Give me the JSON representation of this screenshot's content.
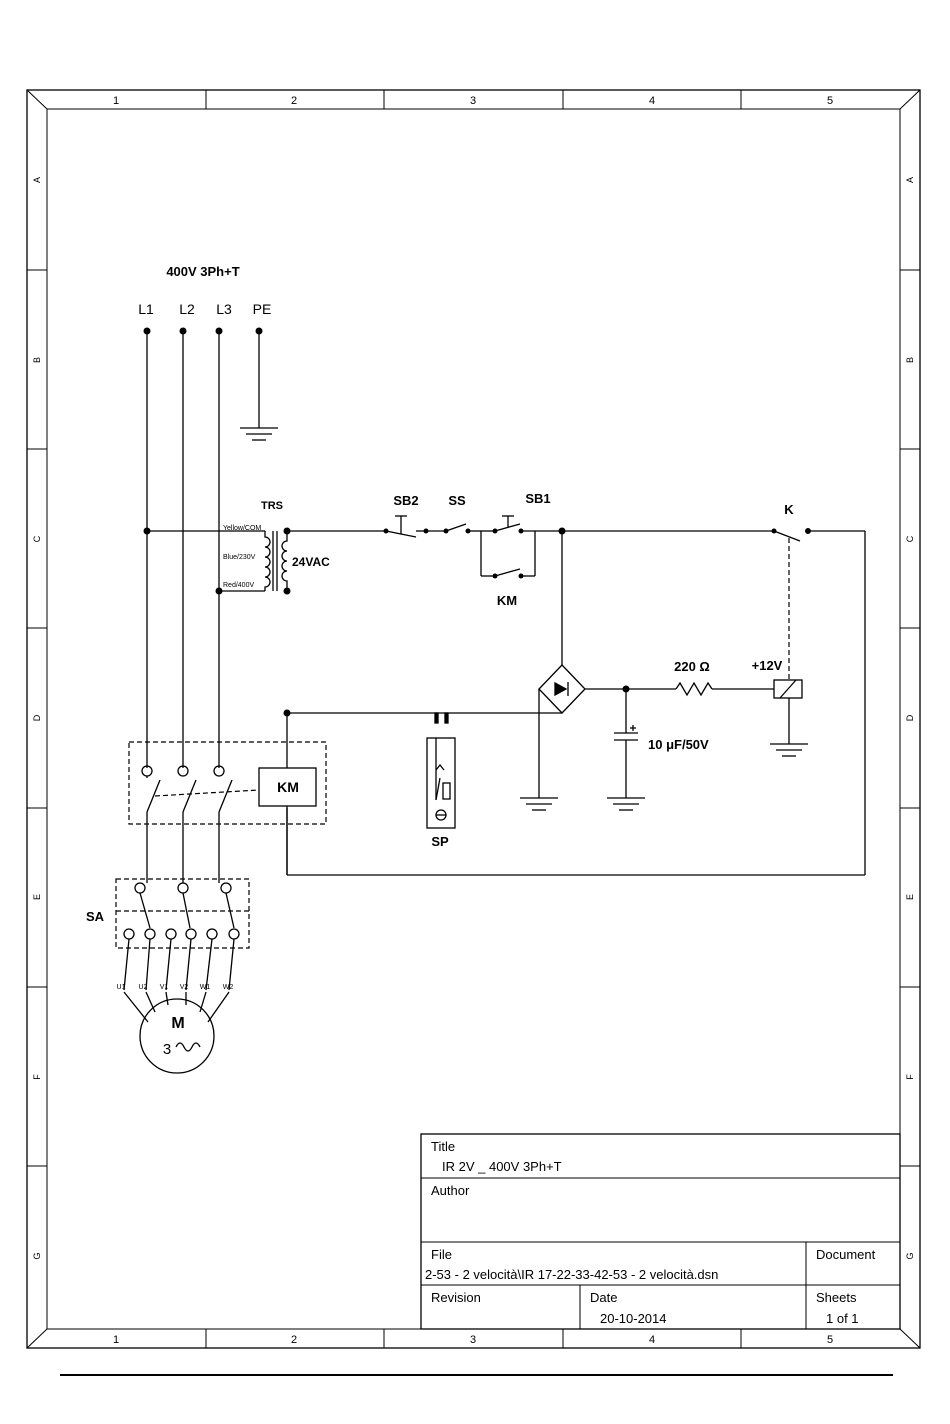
{
  "frame": {
    "columns": [
      "1",
      "2",
      "3",
      "4",
      "5"
    ],
    "rows": [
      "A",
      "B",
      "C",
      "D",
      "E",
      "F",
      "G"
    ]
  },
  "supply": {
    "title": "400V 3Ph+T",
    "lines": [
      "L1",
      "L2",
      "L3",
      "PE"
    ]
  },
  "components": {
    "transformer": "TRS",
    "transformer_output": "24VAC",
    "taps": [
      "Yellow/COM",
      "Blue/230V",
      "Red/400V"
    ],
    "sb2": "SB2",
    "ss": "SS",
    "sb1": "SB1",
    "km_aux": "KM",
    "relay_contact": "K",
    "resistor": "220 Ω",
    "supply_12v": "+12V",
    "capacitor": "10 μF/50V",
    "contactor": "KM",
    "pressure_switch": "SP",
    "switch_block": "SA",
    "motor": "M",
    "motor_phase": "3",
    "motor_terminals": [
      "U1",
      "U2",
      "V1",
      "V2",
      "W1",
      "W2"
    ]
  },
  "title_block": {
    "title_label": "Title",
    "title_value": "IR 2V _ 400V 3Ph+T",
    "author_label": "Author",
    "author_value": "",
    "file_label": "File",
    "file_value": "2-53 - 2 velocità\\IR 17-22-33-42-53 - 2 velocità.dsn",
    "document_label": "Document",
    "revision_label": "Revision",
    "date_label": "Date",
    "date_value": "20-10-2014",
    "sheets_label": "Sheets",
    "sheets_value": "1 of 1"
  }
}
